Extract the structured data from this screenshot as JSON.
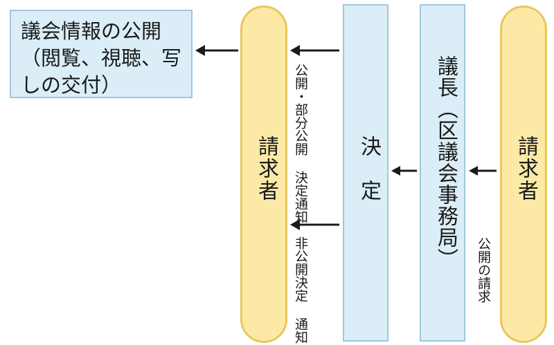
{
  "outcome": {
    "line1": "議会情報の公開",
    "line2": "（閲覧、視聴、写",
    "line3": "しの交付）"
  },
  "requester_left": "請求者",
  "requester_right": "請求者",
  "decision": "決　定",
  "chair": "議長（区議会事務局）",
  "labels": {
    "disclosure_decision_line1": "公開・部分公開",
    "disclosure_decision_line2": "決定通知",
    "nondisclosure_line1": "非公開決定",
    "nondisclosure_line2": "通知",
    "request": "公開の請求"
  },
  "colors": {
    "blue_fill": "#dbeef8",
    "blue_border": "#9fc7e0",
    "yellow_fill": "#fde9a6",
    "yellow_border": "#e8c75b"
  }
}
